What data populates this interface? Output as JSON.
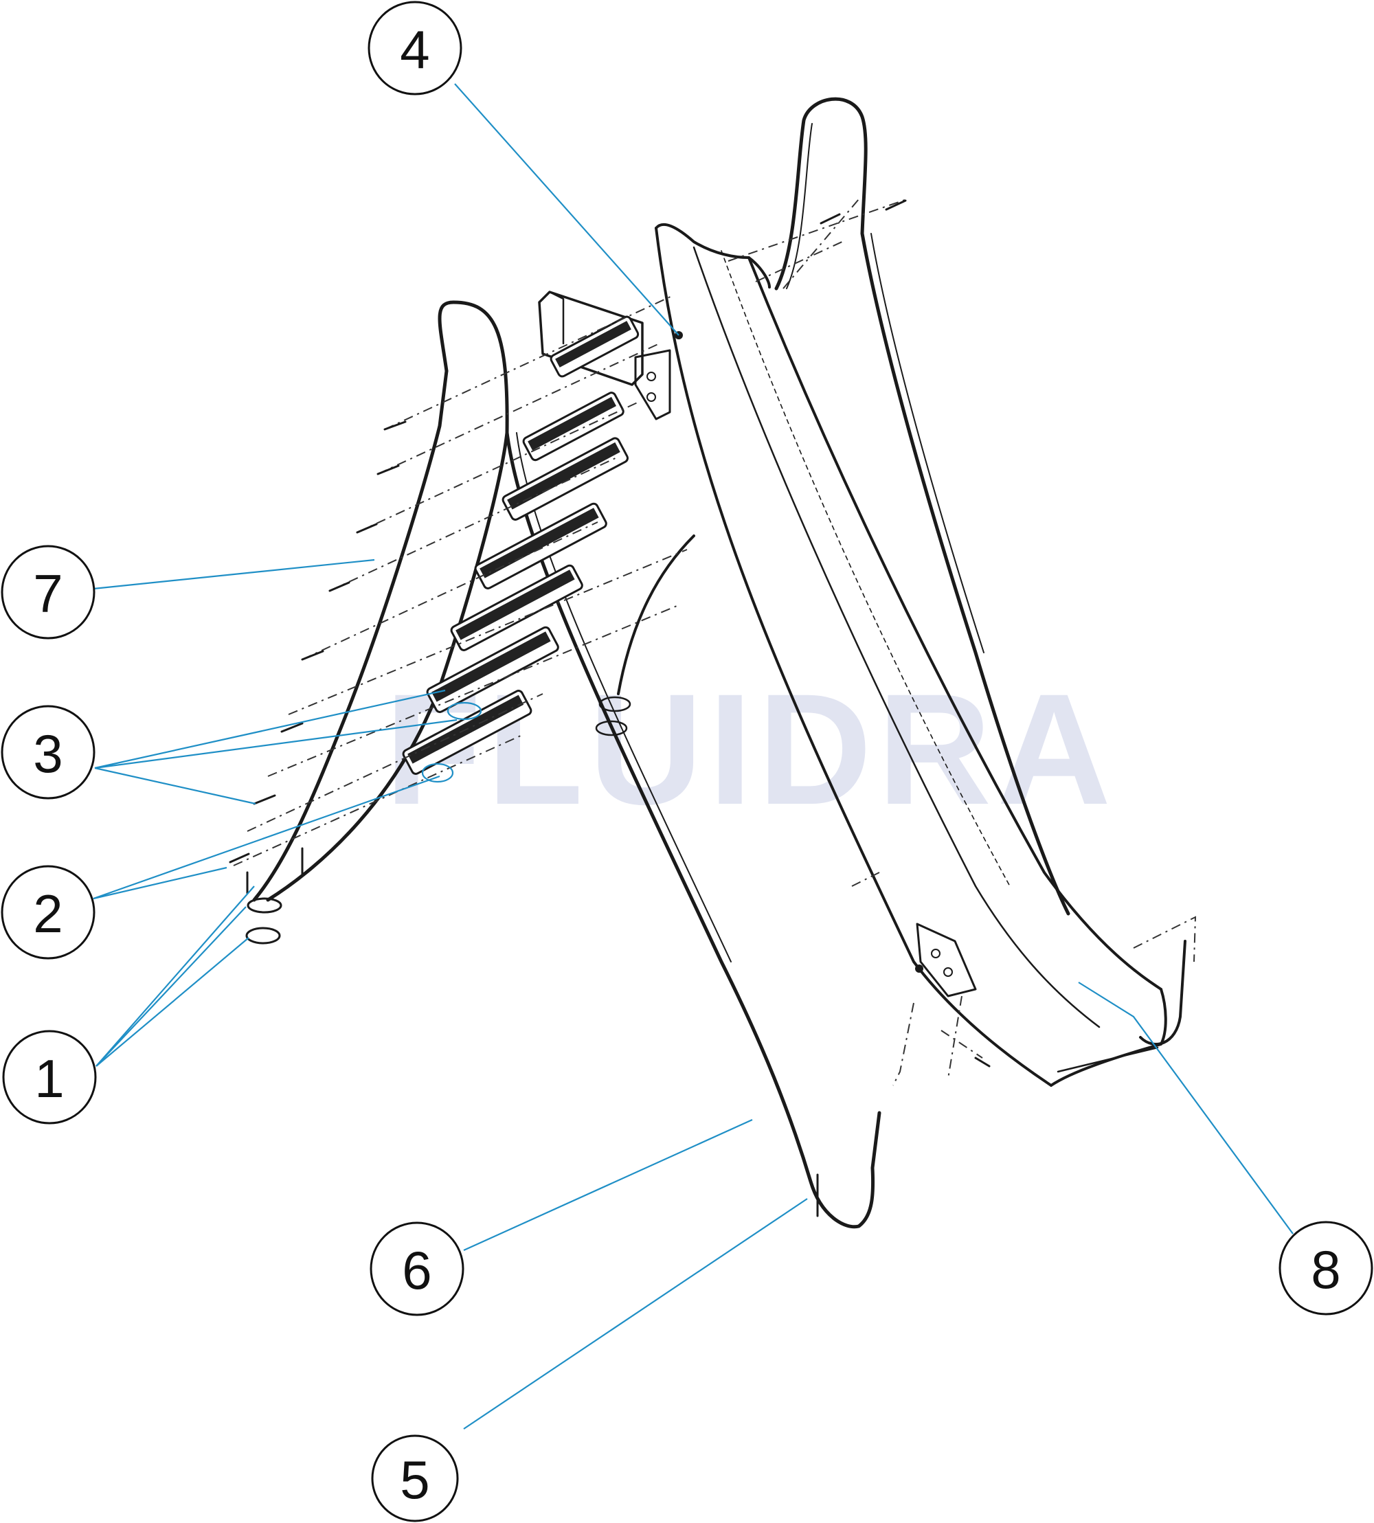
{
  "watermark": "FLUIDRA",
  "colors": {
    "leader": "#1f8fc6",
    "ink": "#1a1a1a",
    "watermark": "#c9cde6"
  },
  "callouts": [
    {
      "id": "4",
      "label": "4"
    },
    {
      "id": "7",
      "label": "7"
    },
    {
      "id": "3",
      "label": "3"
    },
    {
      "id": "2",
      "label": "2"
    },
    {
      "id": "1",
      "label": "1"
    },
    {
      "id": "6",
      "label": "6"
    },
    {
      "id": "8",
      "label": "8"
    },
    {
      "id": "5",
      "label": "5"
    }
  ]
}
